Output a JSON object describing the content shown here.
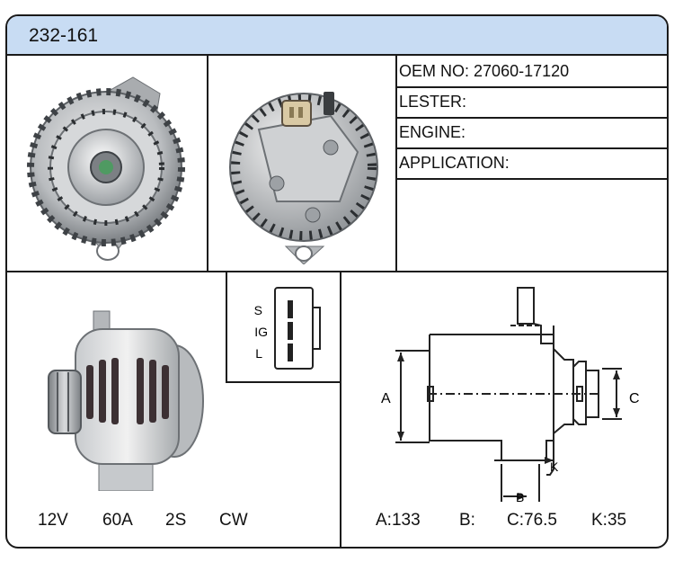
{
  "part_number": "232-161",
  "info": {
    "oem_label": "OEM NO:",
    "oem_value": "27060-17120",
    "lester_label": "LESTER:",
    "lester_value": "",
    "engine_label": "ENGINE:",
    "engine_value": "",
    "application_label": "APPLICATION:",
    "application_value": ""
  },
  "connector": {
    "pin1": "S",
    "pin2": "IG",
    "pin3": "L"
  },
  "specs": {
    "voltage": "12V",
    "amperage": "60A",
    "connector": "2S",
    "rotation": "CW"
  },
  "diagram": {
    "label_a": "A",
    "label_c": "C",
    "label_k": "K",
    "label_b": "B"
  },
  "dimensions": {
    "a": "A:133",
    "b": "B:",
    "c": "C:76.5",
    "k": "K:35"
  }
}
